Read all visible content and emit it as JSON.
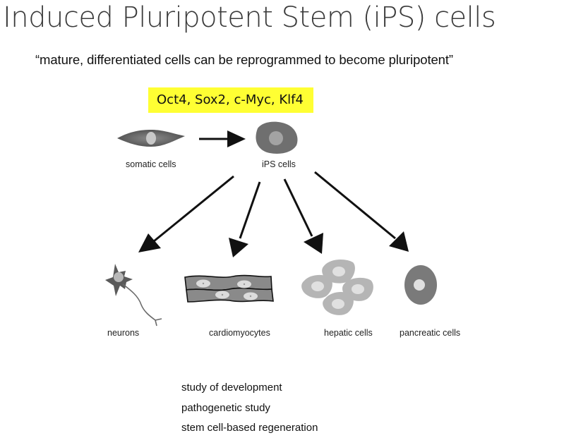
{
  "slide": {
    "title": "Induced Pluripotent Stem (iPS) cells",
    "quote": "“mature, differentiated cells can be reprogrammed to become pluripotent”",
    "reprogramming_factors": "Oct4, Sox2, c-Myc, Klf4",
    "highlight_color": "#ffff33"
  },
  "diagram": {
    "source_cell": {
      "label": "somatic cells",
      "icon": "spindle-cell-icon"
    },
    "reprogrammed_cell": {
      "label": "iPS cells",
      "icon": "round-cell-icon"
    },
    "derived_cells": [
      {
        "label": "neurons",
        "icon": "neuron-icon"
      },
      {
        "label": "cardiomyocytes",
        "icon": "cardiomyocyte-icon"
      },
      {
        "label": "hepatic cells",
        "icon": "hepatic-cells-icon"
      },
      {
        "label": "pancreatic cells",
        "icon": "pancreatic-cell-icon"
      }
    ]
  },
  "applications": [
    "study of development",
    "pathogenetic study",
    "stem cell-based regeneration"
  ]
}
